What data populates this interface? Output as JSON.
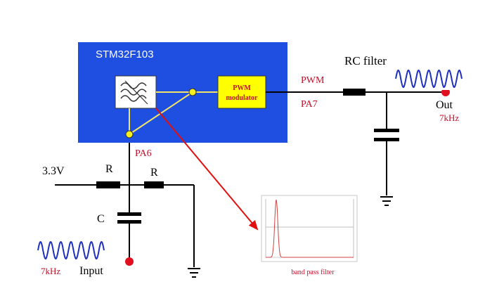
{
  "colors": {
    "mcu_fill": "#1f4fe0",
    "wire": "#000000",
    "switch_line": "#f0e56a",
    "node_fill": "#f7ef1e",
    "modulator_fill": "#ffff00",
    "accent_red": "#c0102a",
    "arrow_red": "#e01010",
    "sine_blue": "#1f2fbf",
    "filter_curve": "#d04040"
  },
  "mcu": {
    "title": "STM32F103",
    "modulator_label_line1": "PWM",
    "modulator_label_line2": "modulator",
    "bandpass_icon": "bandpass-filter-icon"
  },
  "labels": {
    "pwm": "PWM",
    "pa7": "PA7",
    "pa6": "PA6",
    "rc_filter": "RC filter",
    "out": "Out",
    "out_freq": "7kHz",
    "supply": "3.3V",
    "r1": "R",
    "r2": "R",
    "c": "C",
    "input": "Input",
    "input_freq": "7kHz",
    "filter_plot_caption": "band pass filter"
  },
  "filter_plot": {
    "description_visible": false,
    "peak_position_fraction": 0.12,
    "baseline_level_fraction": 0.5
  }
}
